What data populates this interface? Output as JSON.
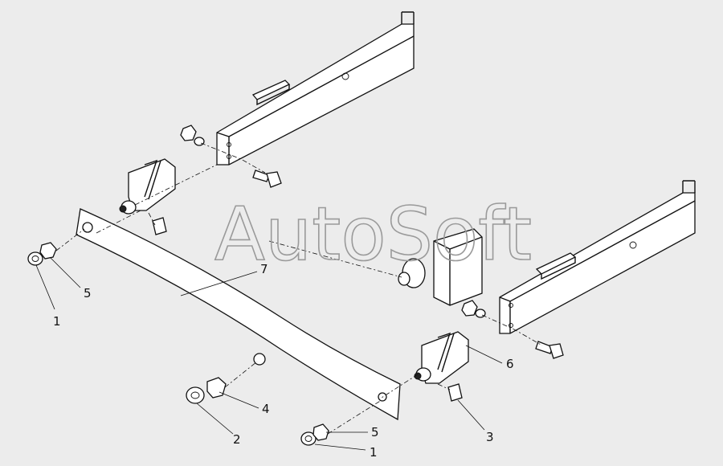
{
  "watermark": "AutoSoft",
  "callouts": [
    {
      "id": "1",
      "text": "1"
    },
    {
      "id": "5",
      "text": "5"
    },
    {
      "id": "7",
      "text": "7"
    },
    {
      "id": "6",
      "text": "6"
    },
    {
      "id": "4",
      "text": "4"
    },
    {
      "id": "3",
      "text": "3"
    },
    {
      "id": "2",
      "text": "2"
    },
    {
      "id": "5b",
      "text": "5"
    },
    {
      "id": "1b",
      "text": "1"
    }
  ]
}
